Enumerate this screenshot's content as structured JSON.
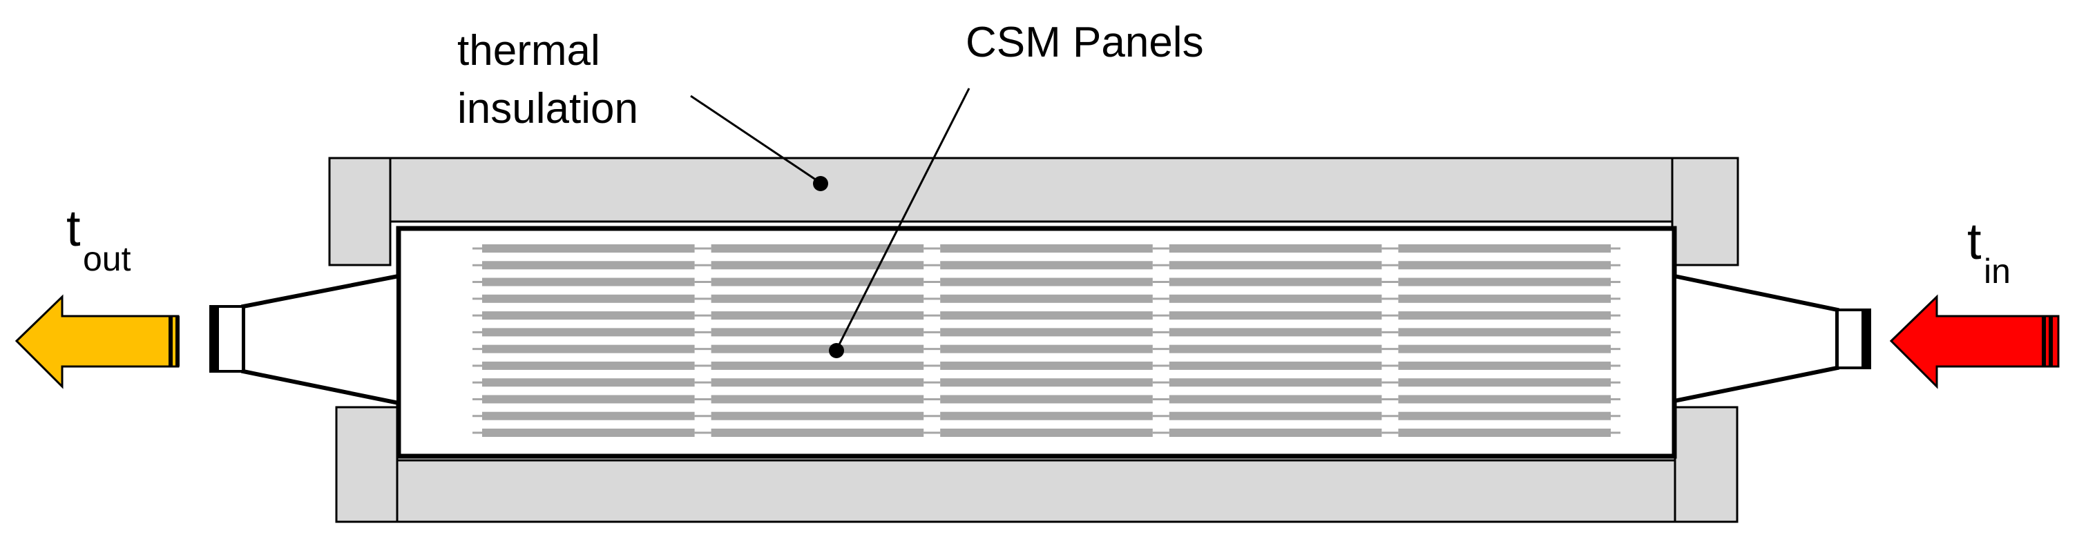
{
  "labels": {
    "insulation_line1": "thermal",
    "insulation_line2": "insulation",
    "panels": "CSM Panels",
    "t_out_base": "t",
    "t_out_sub": "out",
    "t_in_base": "t",
    "t_in_sub": "in"
  },
  "colors": {
    "insulation_fill": "#d9d9d9",
    "panel_bar": "#a6a6a6",
    "outlet_arrow": "#ffc000",
    "inlet_arrow": "#ff0000",
    "outline": "#000000"
  },
  "panel_grid": {
    "columns": 5,
    "rows": 12
  },
  "icons": {
    "outlet_arrow": "arrow-left-icon",
    "inlet_arrow": "arrow-left-icon"
  }
}
